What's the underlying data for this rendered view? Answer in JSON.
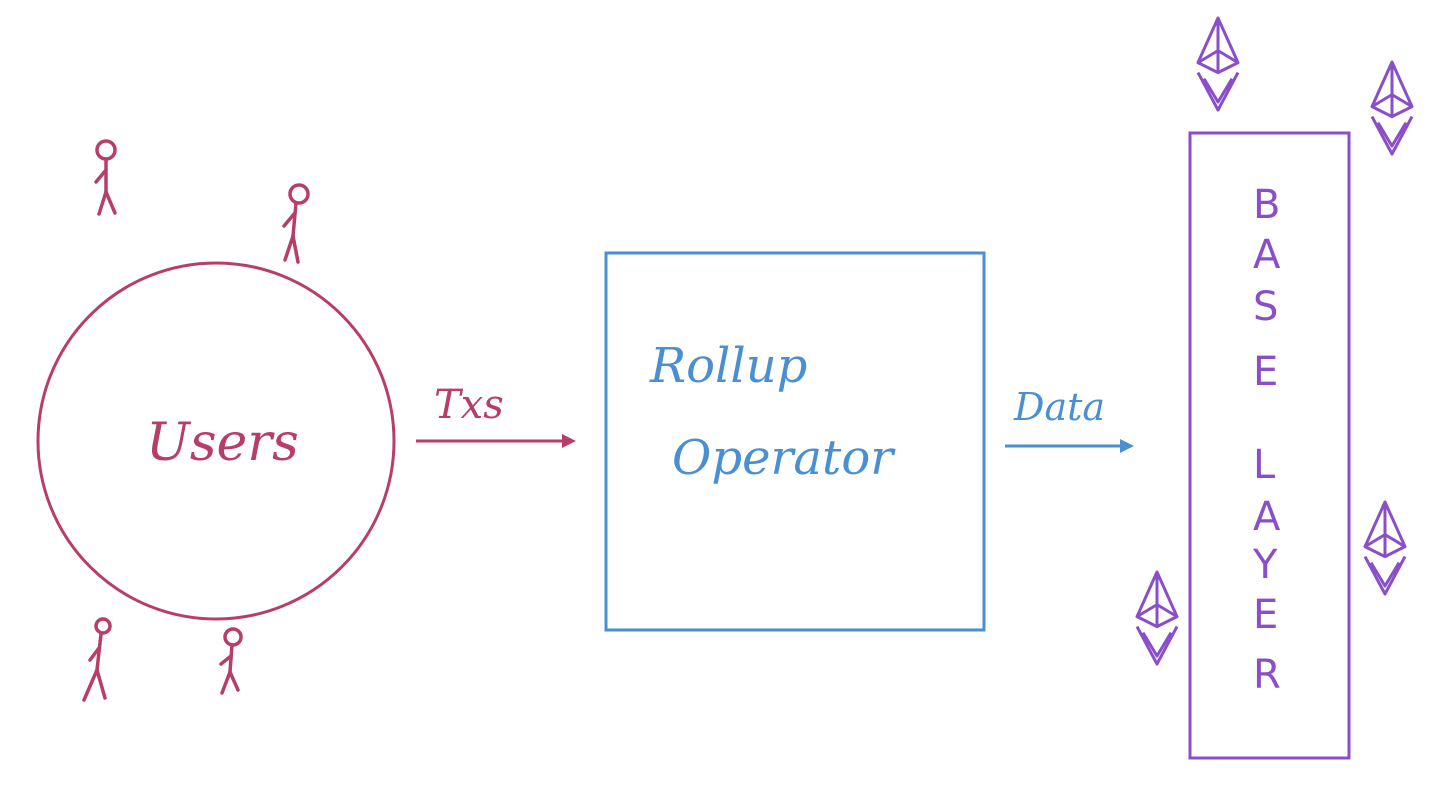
{
  "colors": {
    "users": "#b83e6a",
    "rollup": "#4a8fd2",
    "base": "#8a4fc8",
    "background": "#ffffff"
  },
  "users": {
    "label": "Users"
  },
  "txs_arrow": {
    "label": "Txs"
  },
  "rollup": {
    "line1": "Rollup",
    "line2": "Operator"
  },
  "data_arrow": {
    "label": "Data"
  },
  "base_layer": {
    "letters": [
      "B",
      "A",
      "S",
      "E",
      "L",
      "A",
      "Y",
      "E",
      "R"
    ]
  },
  "icons": {
    "person": "stick-figure-icon",
    "ethereum": "ethereum-diamond-icon"
  }
}
